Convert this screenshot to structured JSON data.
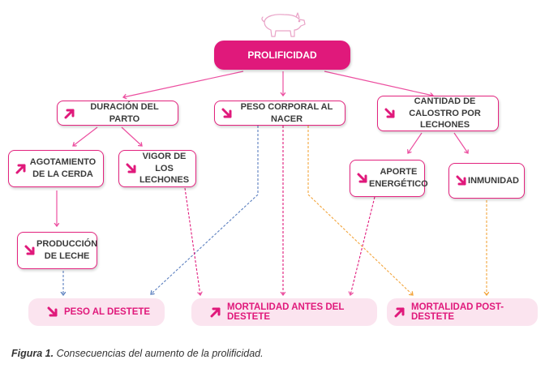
{
  "colors": {
    "magenta": "#e0197b",
    "pink_line": "#ec4fa0",
    "blue": "#5b7fbf",
    "orange": "#f3a53c",
    "outcome_bg": "#fbe4ef"
  },
  "root": {
    "label": "PROLIFICIDAD",
    "icon": "pig-icon"
  },
  "nodes": {
    "duracion": {
      "label": "DURACIÓN DEL PARTO",
      "direction": "up"
    },
    "peso_nacer": {
      "label": "PESO CORPORAL AL NACER",
      "direction": "down"
    },
    "calostro": {
      "label": "CANTIDAD DE CALOSTRO POR LECHONES",
      "direction": "down"
    },
    "agotamiento": {
      "label": "AGOTAMIENTO DE LA CERDA",
      "direction": "up"
    },
    "vigor": {
      "label": "VIGOR DE LOS LECHONES",
      "direction": "down"
    },
    "produccion": {
      "label": "PRODUCCIÓN DE LECHE",
      "direction": "down"
    },
    "aporte": {
      "label": "APORTE ENERGÉTICO",
      "direction": "down"
    },
    "inmunidad": {
      "label": "INMUNIDAD",
      "direction": "down"
    }
  },
  "outcomes": {
    "peso_destete": {
      "label": "PESO AL DESTETE",
      "direction": "down"
    },
    "mortalidad_antes": {
      "label": "MORTALIDAD ANTES DEL DESTETE",
      "direction": "up"
    },
    "mortalidad_post": {
      "label": "MORTALIDAD POST-DESTETE",
      "direction": "up"
    }
  },
  "caption": {
    "figure": "Figura 1.",
    "text": " Consecuencias del aumento de la prolificidad."
  }
}
